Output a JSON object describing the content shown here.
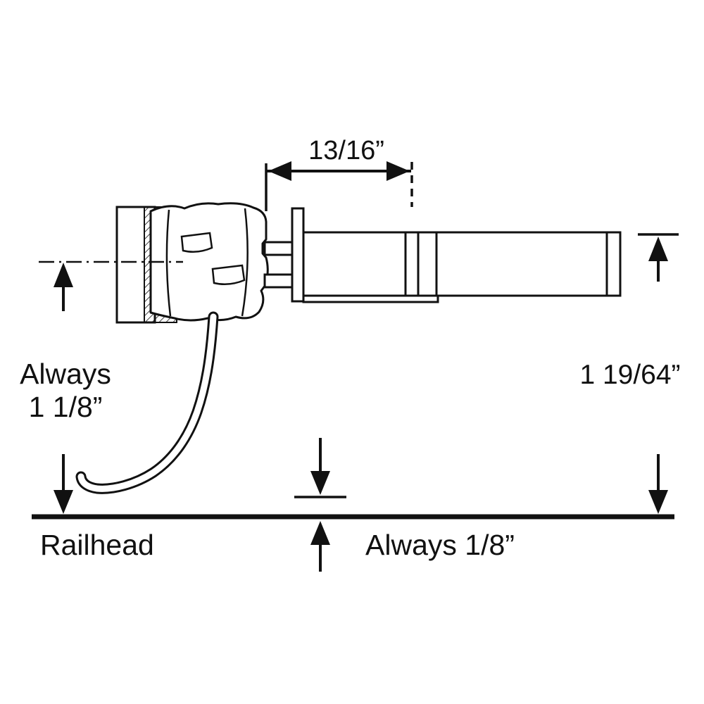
{
  "diagram": {
    "background": "#ffffff",
    "ink_color": "#111111",
    "labels": {
      "top_dimension": "13/16”",
      "left_dimension_line1": "Always",
      "left_dimension_line2": "1 1/8”",
      "right_dimension": "1 19/64”",
      "railhead": "Railhead",
      "bottom_dimension": "Always 1/8”"
    }
  }
}
